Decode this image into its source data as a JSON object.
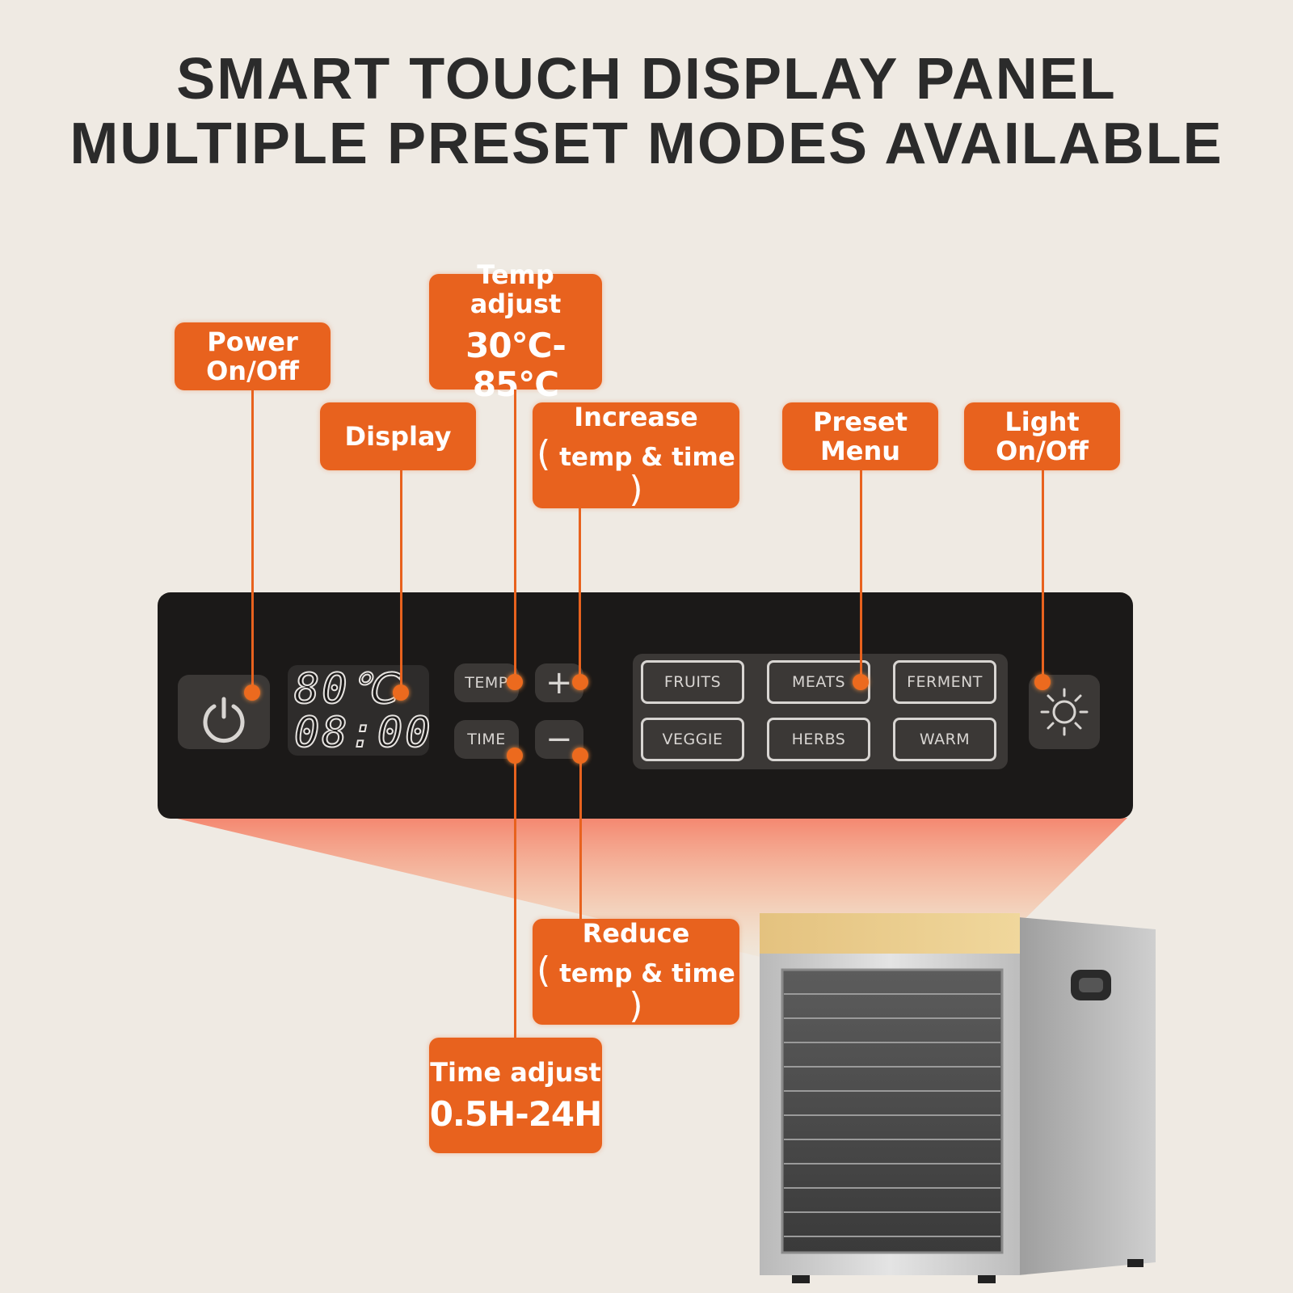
{
  "headline": {
    "line1": "SMART TOUCH DISPLAY PANEL",
    "line2": "MULTIPLE PRESET MODES AVAILABLE"
  },
  "callouts": {
    "power": {
      "line1": "Power",
      "line2": "On/Off"
    },
    "display": {
      "label": "Display"
    },
    "temp_adjust": {
      "title": "Temp adjust",
      "range": "30°C-85°C"
    },
    "increase": {
      "title": "Increase",
      "open": "(",
      "detail": "temp & time",
      "close": ")"
    },
    "preset_menu": {
      "line1": "Preset",
      "line2": "Menu"
    },
    "light": {
      "line1": "Light",
      "line2": "On/Off"
    },
    "reduce": {
      "title": "Reduce",
      "open": "(",
      "detail": "temp & time",
      "close": ")"
    },
    "time_adjust": {
      "title": "Time adjust",
      "range": "0.5H-24H"
    }
  },
  "panel": {
    "display_temp": "80℃",
    "display_time": "08:00",
    "temp_key": "TEMP",
    "time_key": "TIME",
    "plus_symbol": "+",
    "minus_symbol": "−",
    "power_icon": "power-icon",
    "light_icon": "sun-icon",
    "presets": [
      "FRUITS",
      "MEATS",
      "FERMENT",
      "VEGGIE",
      "HERBS",
      "WARM"
    ]
  },
  "colors": {
    "background": "#efeae3",
    "accent_orange": "#e8621e",
    "panel_black": "#1b1918",
    "key_gray": "#3b3836",
    "headline_text": "#2b2b2b"
  }
}
